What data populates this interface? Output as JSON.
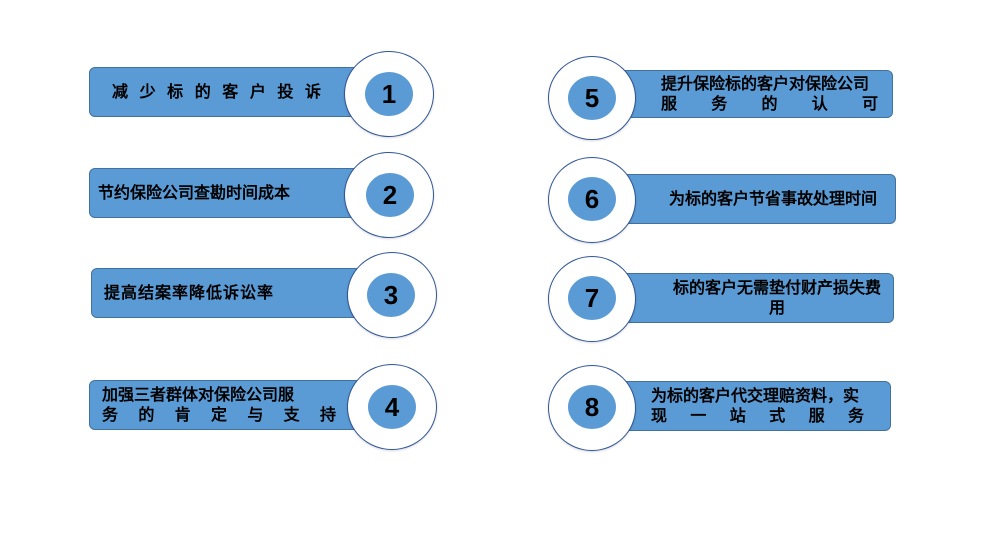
{
  "items": [
    {
      "number": "1",
      "lines": [
        "减 少 标 的 客 户 投 诉"
      ]
    },
    {
      "number": "2",
      "lines": [
        "节约保险公司查勘时间成本"
      ]
    },
    {
      "number": "3",
      "lines": [
        "提高结案率降低诉讼率"
      ]
    },
    {
      "number": "4",
      "lines": [
        "加强三者群体对保险公司服",
        "务 的 肯 定 与 支 持"
      ]
    },
    {
      "number": "5",
      "lines": [
        "提升保险标的客户对保险公司",
        "服 务 的 认 可"
      ]
    },
    {
      "number": "6",
      "lines": [
        "为标的客户节省事故处理时间"
      ]
    },
    {
      "number": "7",
      "lines": [
        "标的客户无需垫付财产损失费",
        "用"
      ]
    },
    {
      "number": "8",
      "lines": [
        "为标的客户代交理赔资料，实",
        "现 一 站 式 服 务"
      ]
    }
  ],
  "colors": {
    "bar": "#5B9BD5",
    "bar_border": "#41719C",
    "ring_border": "#2F5597"
  }
}
